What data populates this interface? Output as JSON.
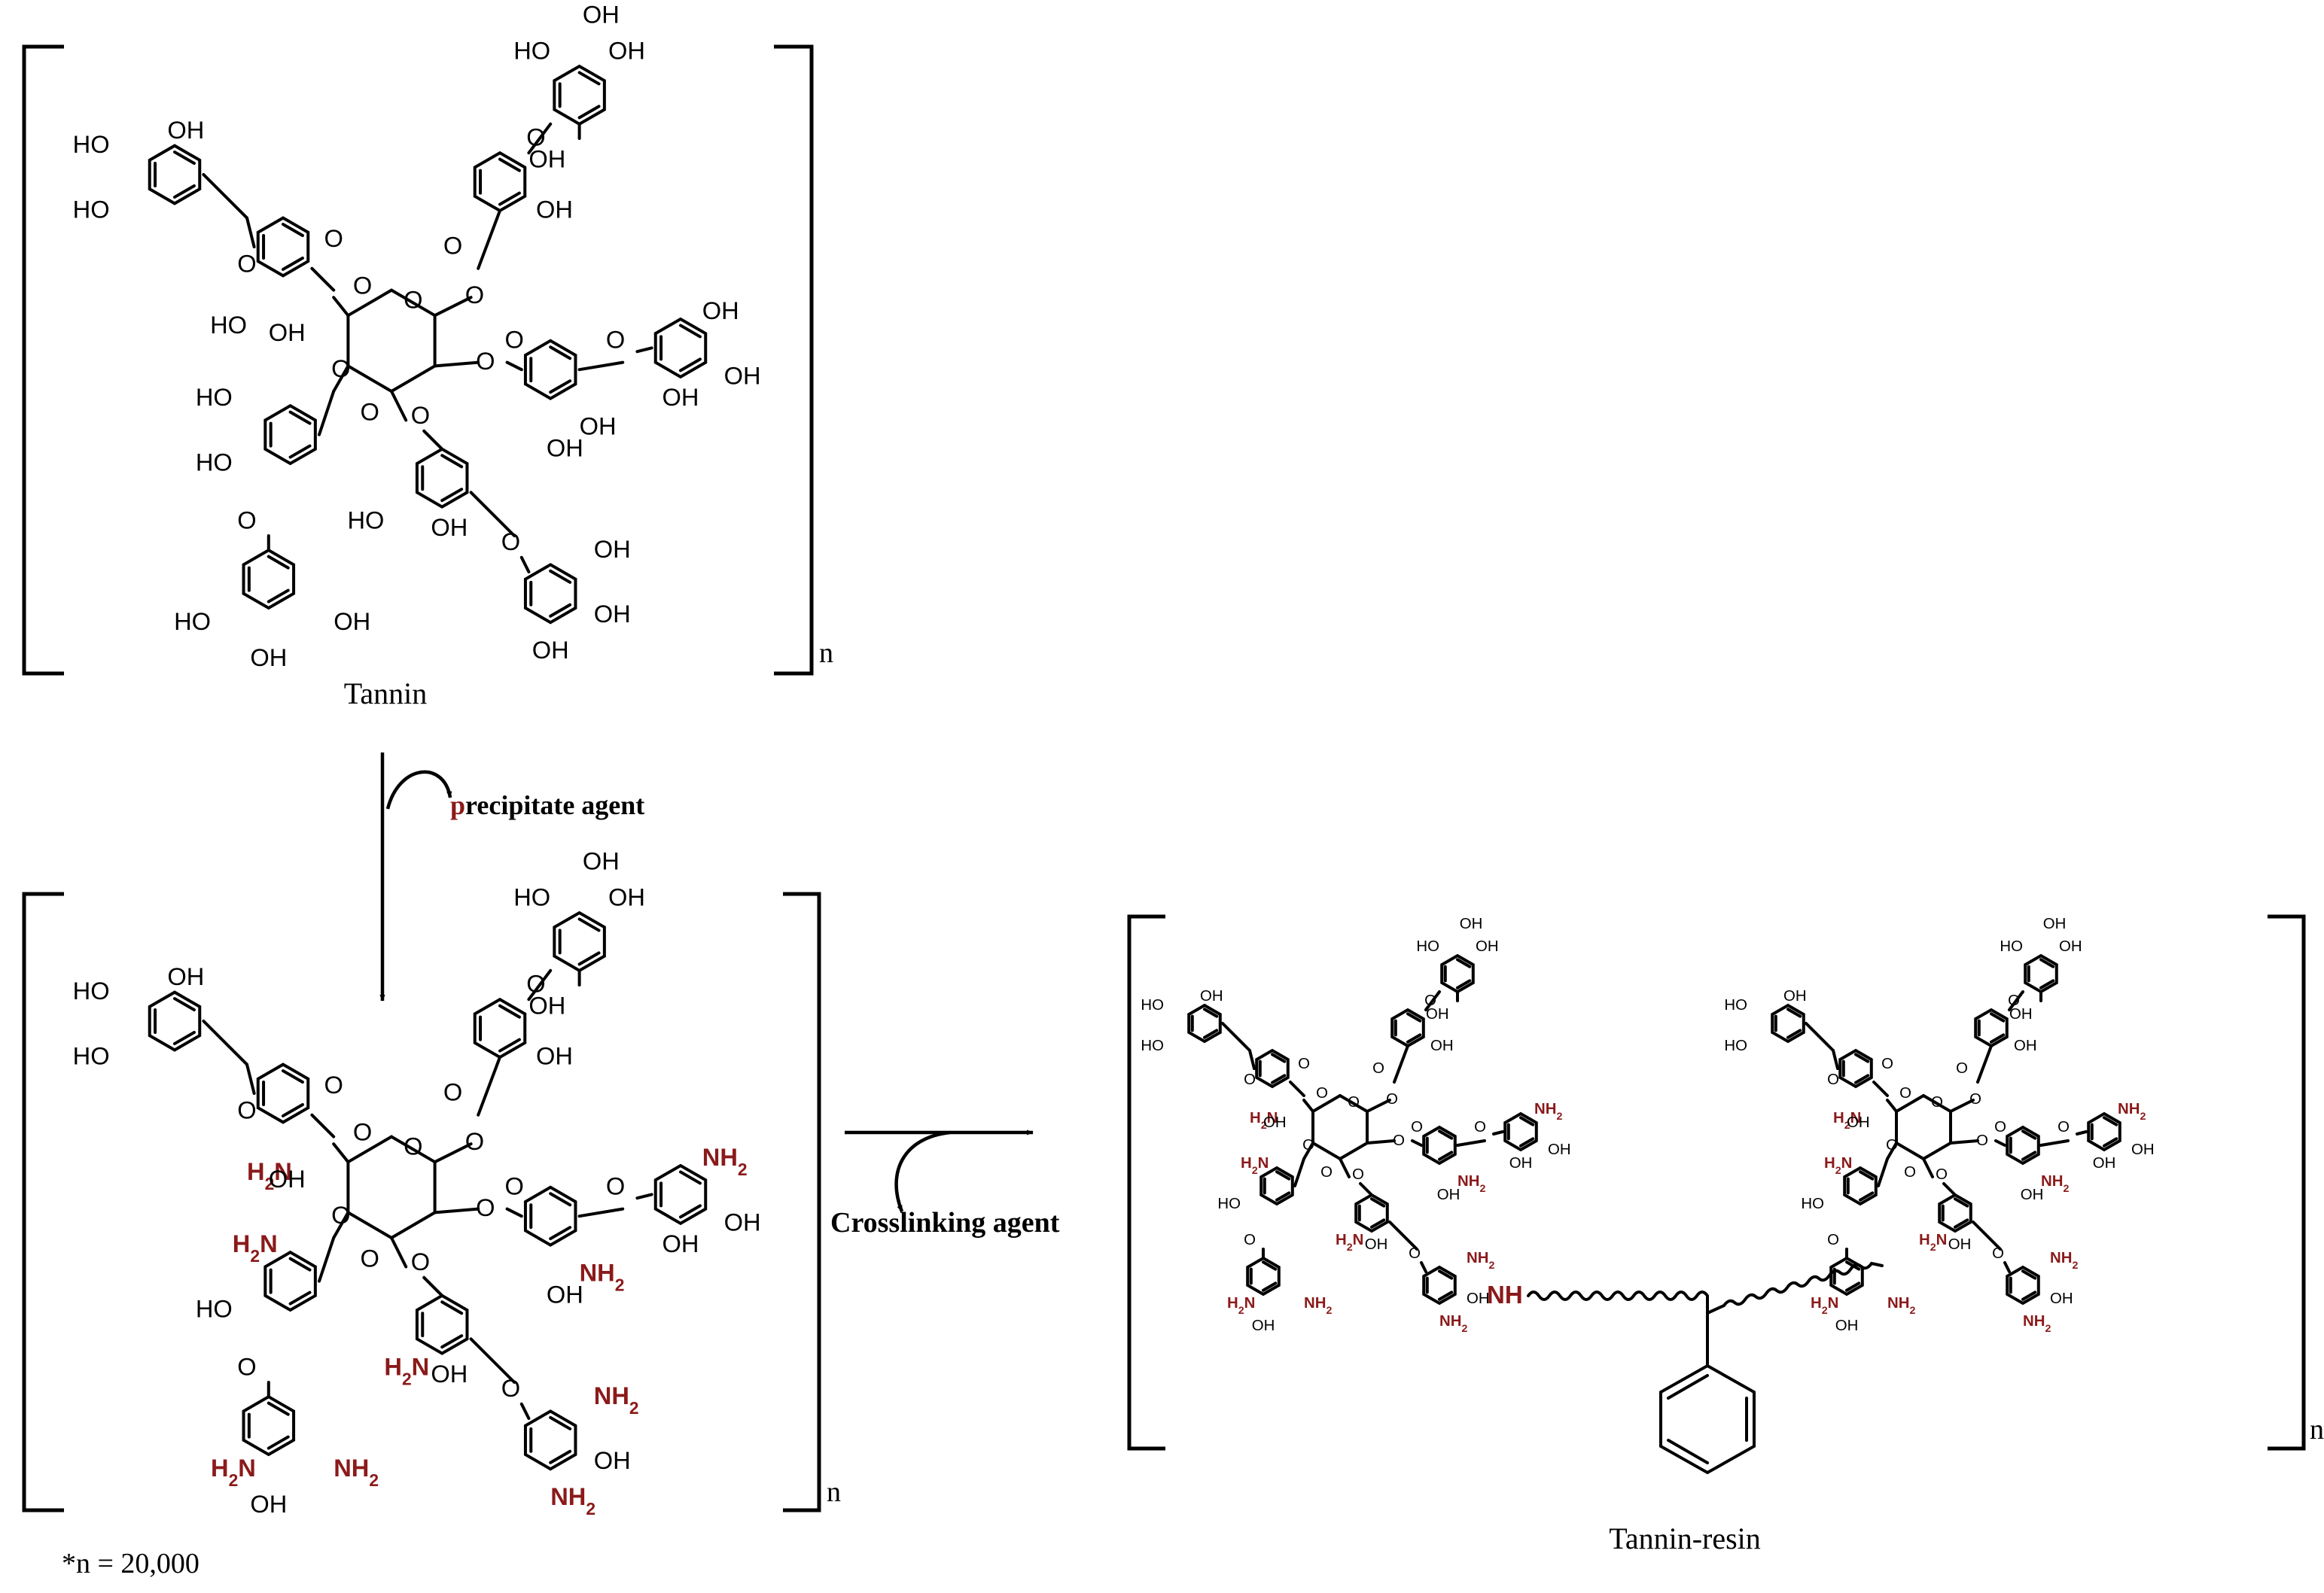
{
  "molecules": {
    "tannin": {
      "caption": "Tannin",
      "repeat": "n"
    },
    "aminated_tannin": {
      "repeat": "n",
      "footnote": "*n = 20,000"
    },
    "tannin_resin": {
      "caption": "Tannin-resin",
      "repeat": "n"
    }
  },
  "reactions": {
    "step1": {
      "reagent_first": "p",
      "reagent_rest": "recipitate agent"
    },
    "step2": {
      "reagent": "Crosslinking agent"
    }
  },
  "atom_labels": {
    "hydroxyl": "OH",
    "hydroxyl_left": "HO",
    "oxygen": "O",
    "amine": "NH",
    "amine_sub": "2",
    "amine_left": "H",
    "amine_left_rest": "N",
    "secondary_amine": "NH"
  },
  "colors": {
    "amine": "#8b1a1a",
    "ink": "#000000",
    "background": "#ffffff"
  }
}
